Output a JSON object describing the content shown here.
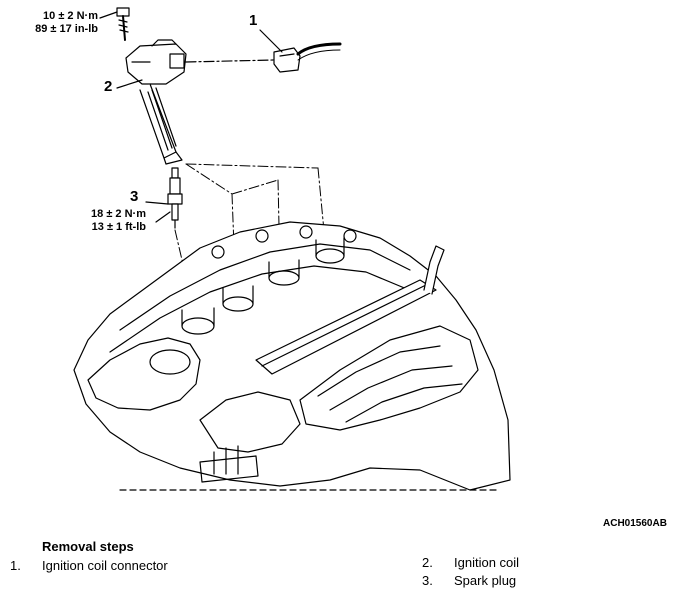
{
  "callouts": {
    "c1": "1",
    "c2": "2",
    "c3": "3"
  },
  "torque": {
    "coil_bolt_line1": "10 ± 2 N·m",
    "coil_bolt_line2": "89 ± 17 in-lb",
    "spark_plug_line1": "18 ± 2 N·m",
    "spark_plug_line2": "13 ± 1 ft-lb"
  },
  "figure_id": "ACH01560AB",
  "removal": {
    "title": "Removal steps",
    "steps": [
      {
        "num": "1.",
        "label": "Ignition coil connector"
      },
      {
        "num": "2.",
        "label": "Ignition coil"
      },
      {
        "num": "3.",
        "label": "Spark plug"
      }
    ]
  }
}
